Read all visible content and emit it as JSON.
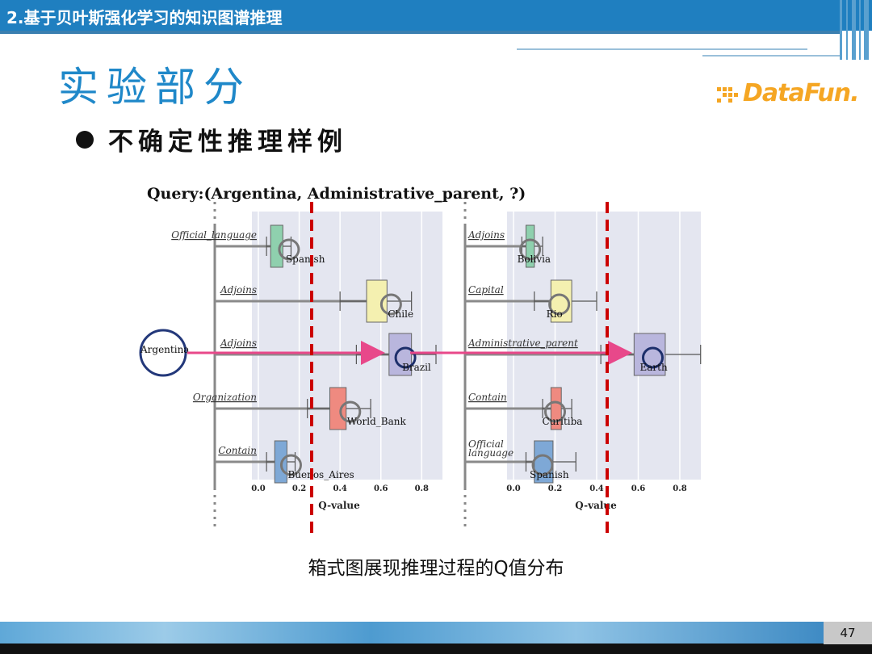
{
  "header": {
    "section_title": "2.基于贝叶斯强化学习的知识图谱推理"
  },
  "slide": {
    "title": "实验部分",
    "bullet": "不确定性推理样例",
    "caption": "箱式图展现推理过程的Q值分布",
    "page_number": "47"
  },
  "logo": {
    "text": "DataFun."
  },
  "colors": {
    "brand_blue": "#1f7fc0",
    "logo_orange": "#f5a623",
    "arrow_pink": "#e8488a",
    "dashed_red": "#cc0000"
  },
  "figure": {
    "query": "Query:(Argentina, Administrative_parent, ?)",
    "start_entity": "Argentina",
    "x_ticks": [
      "0.0",
      "0.2",
      "0.4",
      "0.6",
      "0.8"
    ],
    "x_label_left": "Q-value",
    "x_label_right": "Q-value",
    "left_panel": [
      {
        "relation": "Official_language",
        "entity": "Spanish",
        "q1": 0.06,
        "q3": 0.12,
        "wlo": 0.04,
        "whi": 0.16,
        "mark": 0.15,
        "color": "#8fd0ae"
      },
      {
        "relation": "Adjoins",
        "entity": "Chile",
        "q1": 0.53,
        "q3": 0.63,
        "wlo": 0.4,
        "whi": 0.75,
        "mark": 0.65,
        "color": "#f4f0b0"
      },
      {
        "relation": "Adjoins",
        "entity": "Brazil",
        "q1": 0.64,
        "q3": 0.75,
        "wlo": 0.48,
        "whi": 0.87,
        "mark": 0.72,
        "color": "#b9b6dd"
      },
      {
        "relation": "Organization",
        "entity": "World_Bank",
        "q1": 0.35,
        "q3": 0.43,
        "wlo": 0.24,
        "whi": 0.55,
        "mark": 0.45,
        "color": "#ef8a80"
      },
      {
        "relation": "Contain",
        "entity": "Buenos_Aires",
        "q1": 0.08,
        "q3": 0.14,
        "wlo": 0.04,
        "whi": 0.18,
        "mark": 0.16,
        "color": "#7ea8d6"
      }
    ],
    "right_panel": [
      {
        "relation": "Adjoins",
        "entity": "Bolivia",
        "q1": 0.06,
        "q3": 0.1,
        "wlo": 0.04,
        "whi": 0.14,
        "mark": 0.08,
        "color": "#8fd0ae"
      },
      {
        "relation": "Capital",
        "entity": "Rio",
        "q1": 0.18,
        "q3": 0.28,
        "wlo": 0.1,
        "whi": 0.4,
        "mark": 0.22,
        "color": "#f4f0b0"
      },
      {
        "relation": "Administrative_parent",
        "entity": "Earth",
        "q1": 0.58,
        "q3": 0.73,
        "wlo": 0.42,
        "whi": 0.9,
        "mark": 0.67,
        "color": "#b9b6dd"
      },
      {
        "relation": "Contain",
        "entity": "Curitiba",
        "q1": 0.18,
        "q3": 0.23,
        "wlo": 0.14,
        "whi": 0.28,
        "mark": 0.2,
        "color": "#ef8a80"
      },
      {
        "relation": "Official language",
        "entity": "Spanish",
        "q1": 0.1,
        "q3": 0.19,
        "wlo": 0.06,
        "whi": 0.3,
        "mark": 0.14,
        "color": "#7ea8d6"
      }
    ]
  }
}
